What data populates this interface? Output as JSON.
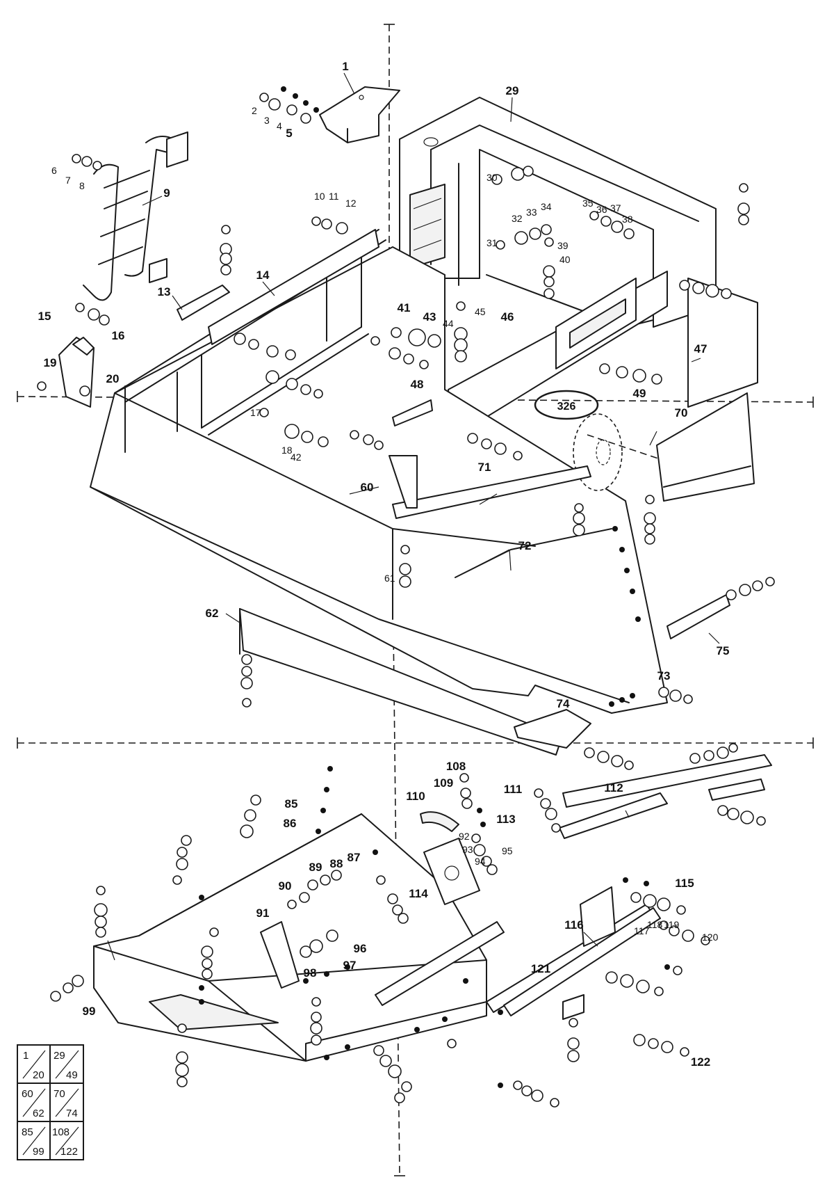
{
  "ref_label": "326",
  "index_table": [
    [
      "1",
      "20"
    ],
    [
      "29",
      "49"
    ],
    [
      "60",
      "62"
    ],
    [
      "70",
      "74"
    ],
    [
      "85",
      "99"
    ],
    [
      "108",
      "122"
    ]
  ],
  "callouts_major": [
    "1",
    "29",
    "9",
    "14",
    "13",
    "15",
    "16",
    "19",
    "20",
    "5",
    "41",
    "43",
    "46",
    "47",
    "48",
    "49",
    "60",
    "70",
    "71",
    "72",
    "62",
    "75",
    "73",
    "74",
    "85",
    "86",
    "89",
    "88",
    "87",
    "90",
    "91",
    "96",
    "97",
    "98",
    "99",
    "108",
    "109",
    "110",
    "111",
    "112",
    "113",
    "114",
    "115",
    "116",
    "121",
    "122"
  ],
  "callouts_minor": [
    "2",
    "3",
    "4",
    "6",
    "7",
    "8",
    "10",
    "11",
    "12",
    "17",
    "18",
    "30",
    "31",
    "32",
    "33",
    "34",
    "35",
    "36",
    "37",
    "38",
    "39",
    "40",
    "42",
    "44",
    "45",
    "61",
    "92",
    "93",
    "94",
    "95",
    "117",
    "118",
    "119",
    "120"
  ]
}
